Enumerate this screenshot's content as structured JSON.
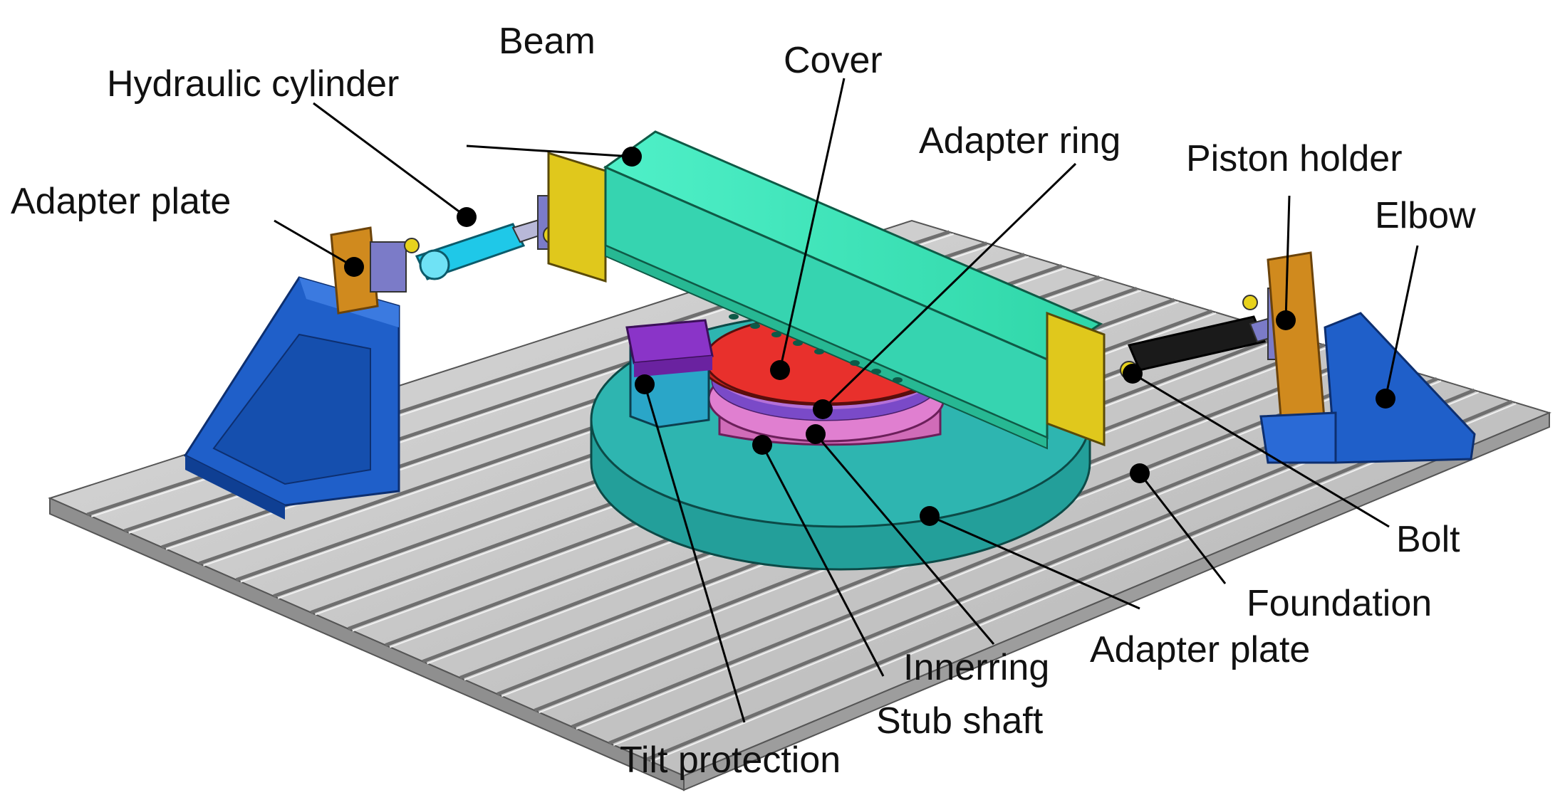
{
  "labels": {
    "beam": "Beam",
    "hydraulic_cylinder": "Hydraulic cylinder",
    "cover": "Cover",
    "adapter_ring": "Adapter ring",
    "piston_holder": "Piston holder",
    "elbow": "Elbow",
    "adapter_plate_left": "Adapter plate",
    "bolt": "Bolt",
    "foundation": "Foundation",
    "adapter_plate_bottom": "Adapter plate",
    "innerring": "Innerring",
    "stub_shaft": "Stub shaft",
    "tilt_protection": "Tilt protection"
  },
  "colors": {
    "foundation": "#c9c9c9",
    "elbow": "#1f5fc9",
    "beam": "#3fe0b8",
    "beam_end_plate": "#e0c81c",
    "adapter_plate_part": "#d08a1e",
    "base_disc": "#2eb5b0",
    "cover": "#e8302c",
    "rings": "#e07fd0",
    "tilt_protection": "#8a34c8",
    "cylinder_left": "#1fc8e8",
    "cylinder_right": "#1a1a1a",
    "holder": "#7b7bc8"
  }
}
